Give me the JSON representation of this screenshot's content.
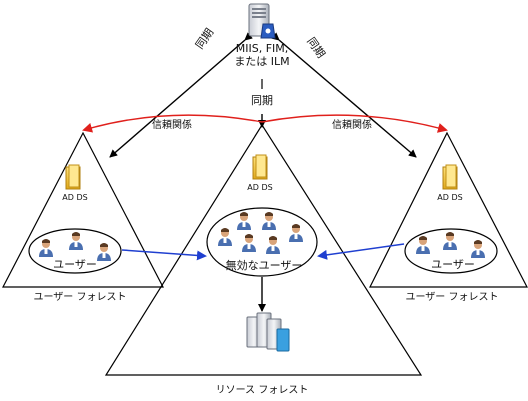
{
  "sync_server": {
    "icon": "server-icon",
    "label_lines": [
      "MIIS, FIM,",
      "または ILM"
    ],
    "sync_label": "同期"
  },
  "arrows": {
    "left_sync_label": "同期",
    "right_sync_label": "同期",
    "left_trust_label": "信頼関係",
    "right_trust_label": "信頼関係"
  },
  "left_forest": {
    "ad_label": "AD DS",
    "users_label": "ユーザー",
    "forest_label": "ユーザー フォレスト"
  },
  "right_forest": {
    "ad_label": "AD DS",
    "users_label": "ユーザー",
    "forest_label": "ユーザー フォレスト"
  },
  "resource_forest": {
    "ad_label": "AD DS",
    "disabled_users_label": "無効なユーザー",
    "forest_label": "リソース フォレスト",
    "resource_icon": "server-cluster-icon"
  },
  "colors": {
    "sync_arrow": "#000000",
    "trust_arrow": "#e0201c",
    "user_link_arrow": "#1f3fd0",
    "folder": "#f0c028"
  }
}
